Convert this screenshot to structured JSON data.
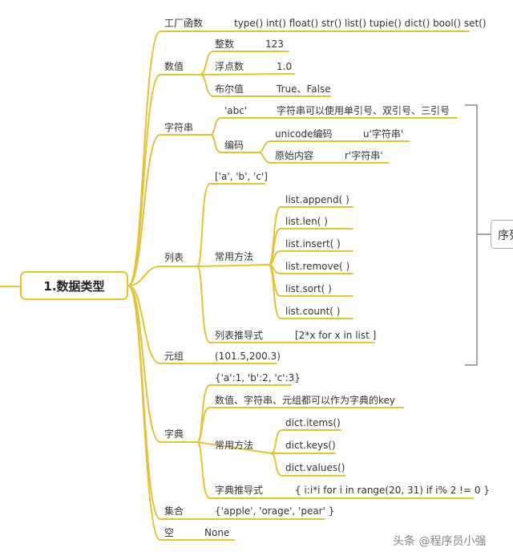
{
  "root": "1.数据类型",
  "sequence_label": "序列",
  "watermark": "头条 @程序员小强",
  "branches": {
    "factory": {
      "label": "工厂函数",
      "value": "type() int() float() str() list() tupie() dict() bool() set()"
    },
    "number": {
      "label": "数值",
      "items": [
        {
          "label": "整数",
          "value": "123"
        },
        {
          "label": "浮点数",
          "value": "1.0"
        },
        {
          "label": "布尔值",
          "value": "True、False"
        }
      ]
    },
    "string": {
      "label": "字符串",
      "abc": "'abc'",
      "abc_note": "字符串可以使用单引号、双引号、三引号",
      "encoding": "编码",
      "enc_items": [
        {
          "label": "unicode编码",
          "value": "u'字符串'"
        },
        {
          "label": "原始内容",
          "value": "r'字符串'"
        }
      ]
    },
    "list": {
      "label": "列表",
      "example": "['a', 'b', 'c']",
      "methods_label": "常用方法",
      "methods": [
        "list.append( )",
        "list.len( )",
        "list.insert( )",
        "list.remove( )",
        "list.sort( )",
        "list.count( )"
      ],
      "comp_label": "列表推导式",
      "comp": "[2*x for x in list ]"
    },
    "tuple": {
      "label": "元组",
      "value": "(101.5,200.3)"
    },
    "dict": {
      "label": "字典",
      "example": "{'a':1, 'b':2, 'c':3}",
      "key_note": "数值、字符串、元组都可以作为字典的key",
      "methods_label": "常用方法",
      "methods": [
        "dict.items()",
        "dict.keys()",
        "dict.values()"
      ],
      "comp_label": "字典推导式",
      "comp": "{ i:i*i for i in range(20, 31) if i% 2 != 0 }"
    },
    "set": {
      "label": "集合",
      "value": "{'apple', 'orage', 'pear' }"
    },
    "none": {
      "label": "空",
      "value": "None"
    }
  },
  "colors": {
    "line": "#e3c23a",
    "bracket": "#888888"
  }
}
